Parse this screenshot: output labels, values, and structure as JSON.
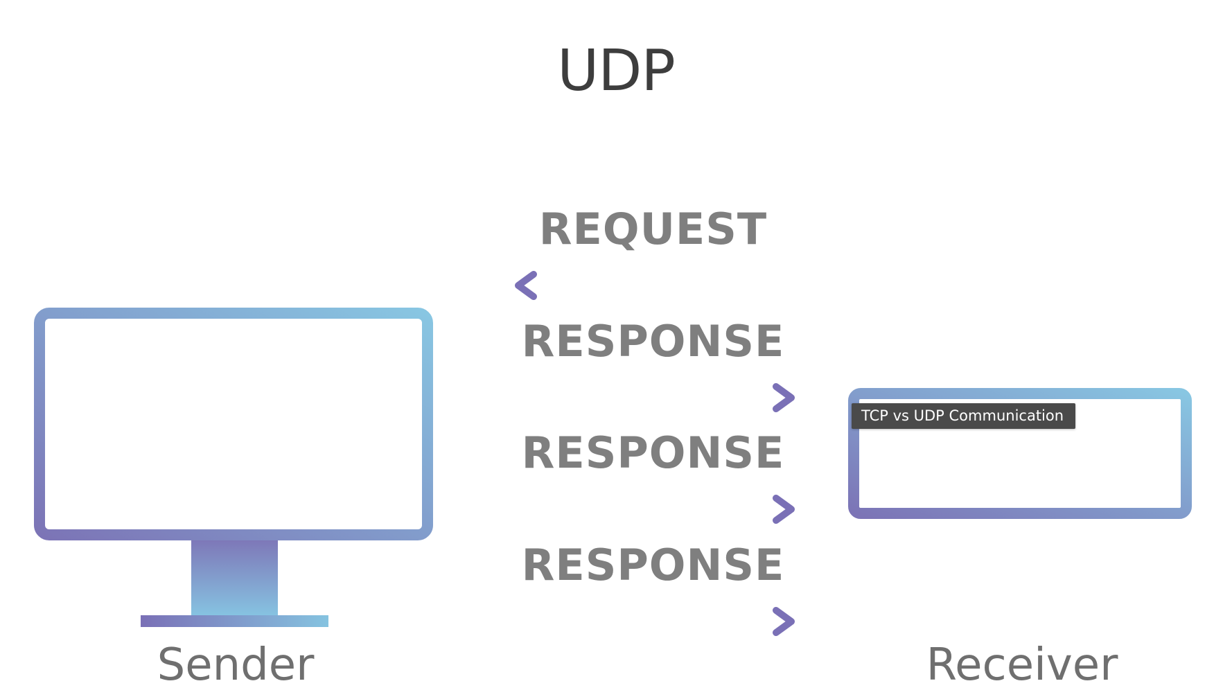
{
  "diagram": {
    "title": "UDP",
    "messages": [
      {
        "label": "REQUEST",
        "direction": "to-sender"
      },
      {
        "label": "RESPONSE",
        "direction": "to-receiver"
      },
      {
        "label": "RESPONSE",
        "direction": "to-receiver"
      },
      {
        "label": "RESPONSE",
        "direction": "to-receiver"
      }
    ],
    "sender": {
      "label": "Sender",
      "icon": "monitor-icon"
    },
    "receiver": {
      "label": "Receiver",
      "icon": "server-rack-icon"
    },
    "tooltip": "TCP vs UDP Communication"
  },
  "colors": {
    "gradient_purple": "#7f79b8",
    "gradient_blue": "#85c3e0",
    "label_gray": "#7f7f7f",
    "title_dark": "#3d3d3d",
    "tooltip_bg": "#4a4a4a"
  }
}
